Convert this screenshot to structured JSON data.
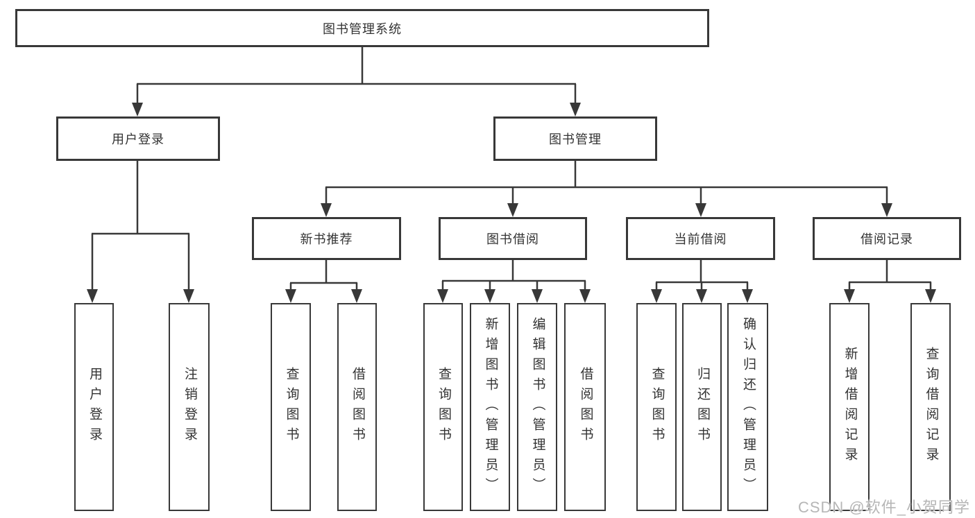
{
  "diagram": {
    "title": "图书管理系统",
    "nodes": {
      "root": "图书管理系统",
      "user_login": "用户登录",
      "book_mgmt": "图书管理",
      "new_books": "新书推荐",
      "book_borrow": "图书借阅",
      "current_borrow": "当前借阅",
      "borrow_records": "借阅记录",
      "ul_login": "用户登录",
      "ul_logout": "注销登录",
      "nb_query": "查询图书",
      "nb_borrow": "借阅图书",
      "bb_query": "查询图书",
      "bb_add": "新增图书（管理员）",
      "bb_edit": "编辑图书（管理员）",
      "bb_borrow": "借阅图书",
      "cb_query": "查询图书",
      "cb_return": "归还图书",
      "cb_confirm": "确认归还（管理员）",
      "br_add": "新增借阅记录",
      "br_query": "查询借阅记录"
    },
    "children": {
      "root": [
        "user_login",
        "book_mgmt"
      ],
      "user_login": [
        "ul_login",
        "ul_logout"
      ],
      "book_mgmt": [
        "new_books",
        "book_borrow",
        "current_borrow",
        "borrow_records"
      ],
      "new_books": [
        "nb_query",
        "nb_borrow"
      ],
      "book_borrow": [
        "bb_query",
        "bb_add",
        "bb_edit",
        "bb_borrow"
      ],
      "current_borrow": [
        "cb_query",
        "cb_return",
        "cb_confirm"
      ],
      "borrow_records": [
        "br_add",
        "br_query"
      ]
    }
  },
  "watermark": {
    "text": "CSDN @软件_小贺同学"
  },
  "colors": {
    "line": "#383838",
    "box_border": "#383838",
    "text": "#333333",
    "watermark": "#b6b6b6",
    "background": "#ffffff"
  }
}
